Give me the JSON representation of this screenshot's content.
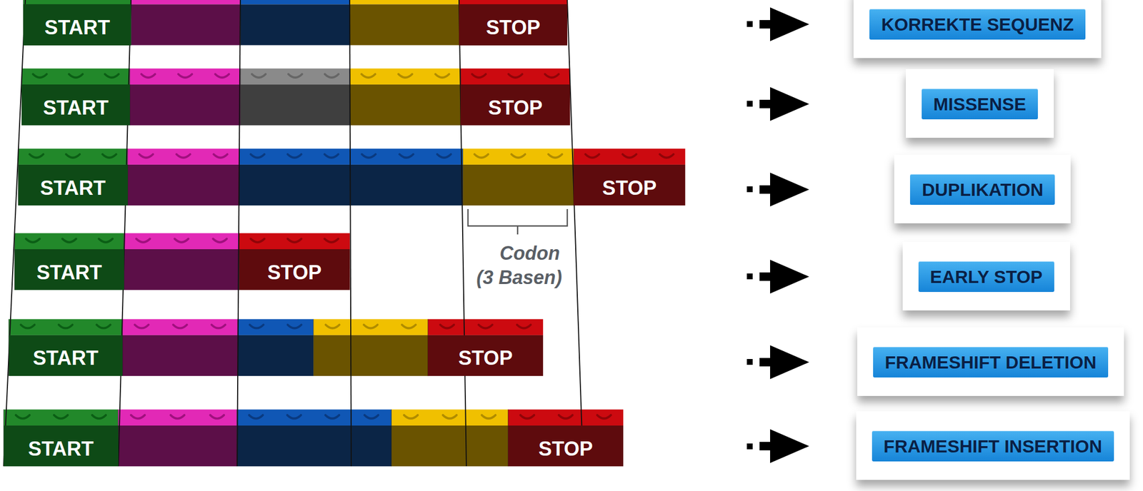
{
  "diagram": {
    "nodes": [
      {
        "text": [
          "START"
        ]
      },
      {
        "text": [
          "STOP"
        ]
      },
      {
        "text": [
          "KORREKTE SEQUENZ"
        ]
      },
      {
        "text": [
          "START"
        ]
      },
      {
        "text": [
          "STOP"
        ]
      },
      {
        "text": [
          "MISSENSE"
        ]
      },
      {
        "text": [
          "START"
        ]
      },
      {
        "text": [
          "STOP"
        ]
      },
      {
        "text": [
          "DUPLIKATION"
        ]
      },
      {
        "text": [
          "START"
        ]
      },
      {
        "text": [
          "STOP"
        ]
      },
      {
        "text": [
          "EARLY STOP"
        ]
      },
      {
        "text": [
          "START"
        ]
      },
      {
        "text": [
          "STOP"
        ]
      },
      {
        "text": [
          "FRAMESHIFT DELETION"
        ]
      },
      {
        "text": [
          "START"
        ]
      },
      {
        "text": [
          "STOP"
        ]
      },
      {
        "text": [
          "FRAMESHIFT INSERTION"
        ]
      }
    ],
    "labels": [
      "Codon (3 Basen)"
    ]
  }
}
